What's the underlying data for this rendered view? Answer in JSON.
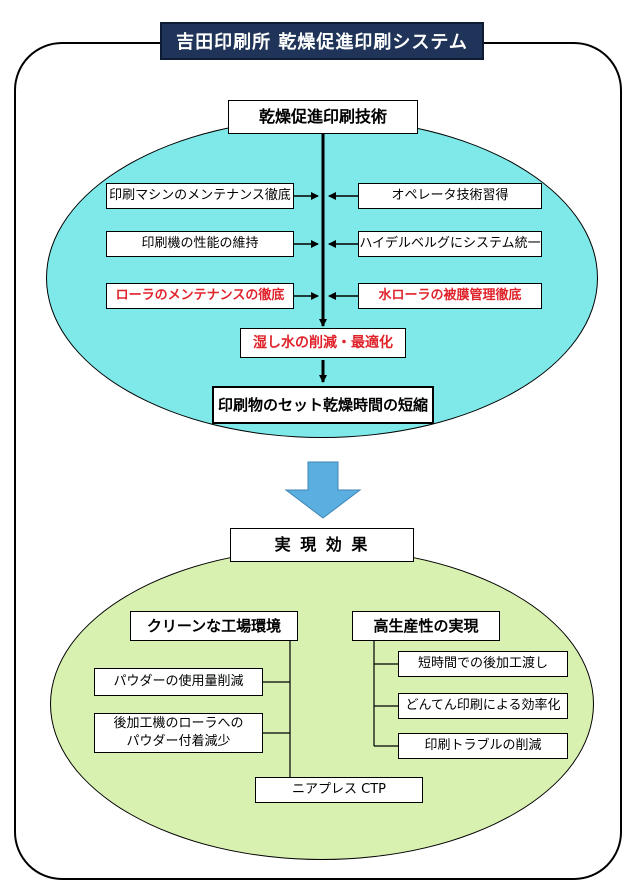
{
  "title": "吉田印刷所 乾燥促進印刷システム",
  "technique": {
    "header": "乾燥促進印刷技術",
    "left_items": [
      "印刷マシンのメンテナンス徹底",
      "印刷機の性能の維持",
      "ローラのメンテナンスの徹底"
    ],
    "right_items": [
      "オペレータ技術習得",
      "ハイデルベルグにシステム統一",
      "水ローラの被膜管理徹底"
    ],
    "dampening": "湿し水の削減・最適化",
    "result": "印刷物のセット乾燥時間の短縮"
  },
  "effects": {
    "header": "実 現 効 果",
    "clean": {
      "title": "クリーンな工場環境",
      "items": [
        "パウダーの使用量削減",
        "後加工機のローラへの\nパウダー付着減少"
      ]
    },
    "productivity": {
      "title": "高生産性の実現",
      "items": [
        "短時間での後加工渡し",
        "どんてん印刷による効率化",
        "印刷トラブルの削減"
      ]
    },
    "bottom": "ニアプレス CTP"
  },
  "colors": {
    "title_bg": "#1f3458",
    "upper_ellipse": "#7fe8e8",
    "lower_ellipse": "#d8f0b0",
    "arrow": "#5aaee0",
    "emphasis_text": "#e0232b"
  }
}
